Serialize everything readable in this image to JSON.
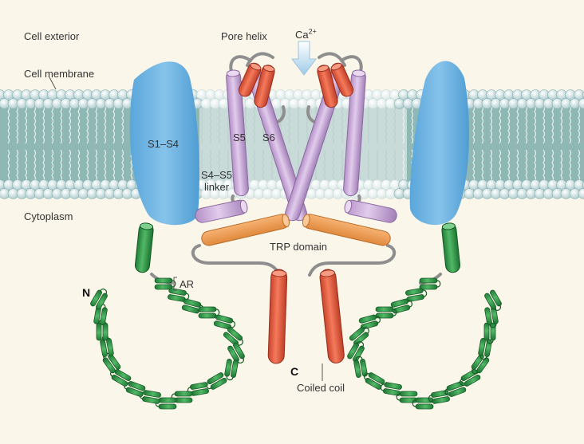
{
  "colors": {
    "background": "#fbf6ea",
    "membrane_band": "#8fb7b3",
    "lipid_head": "#ddeeed",
    "lipid_head_dark": "#a9c9cb",
    "s1_s4": "#6fb3e0",
    "s5_s6": "#c7a3d6",
    "pore_helix": "#e45a3e",
    "trp_domain": "#f39b52",
    "coiled_coil": "#e55c3d",
    "ankyrin": "#2f9a48",
    "calcium_arrow": "#b8d8ee"
  },
  "labels": {
    "cell_exterior": "Cell exterior",
    "cell_membrane": "Cell membrane",
    "cytoplasm": "Cytoplasm",
    "pore_helix": "Pore helix",
    "calcium": "Ca",
    "calcium_charge": "2+",
    "s1_s4": "S1–S4",
    "s5": "S5",
    "s6": "S6",
    "s4_s5_line1": "S4–S5",
    "s4_s5_line2": "linker",
    "trp_domain": "TRP domain",
    "ar": "AR",
    "n_terminus": "N",
    "c_terminus": "C",
    "coiled_coil": "Coiled coil"
  },
  "icons": {
    "calcium_flow": "down-arrow-icon"
  }
}
